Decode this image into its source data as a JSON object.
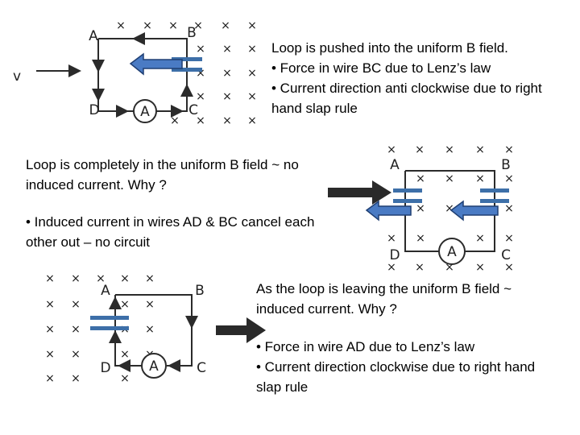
{
  "colors": {
    "wire": "#2b2b2b",
    "bar": "#3d6fa8",
    "arrow_fill": "#4a7bc4",
    "arrow_dark": "#2a2a2a"
  },
  "diagrams": {
    "d1": {
      "corner_a": "A",
      "corner_b": "B",
      "corner_c": "C",
      "corner_d": "D",
      "meter": "A",
      "velocity": "v"
    },
    "d2": {
      "corner_a": "A",
      "corner_b": "B",
      "corner_c": "C",
      "corner_d": "D",
      "meter": "A"
    },
    "d3": {
      "corner_a": "A",
      "corner_b": "B",
      "corner_c": "C",
      "corner_d": "D",
      "meter": "A"
    }
  },
  "texts": {
    "block1": "Loop is pushed into the uniform B field.\n• Force in wire BC due to Lenz’s law\n• Current direction anti clockwise due to right hand slap rule",
    "block2": "Loop is completely in the uniform B field ~ no induced current. Why ?",
    "block3": "• Induced current in wires AD & BC cancel each other out – no circuit",
    "block4": "As the loop is leaving the uniform B field ~ induced current. Why ?",
    "block5": "• Force in wire AD due to Lenz’s law\n• Current direction clockwise due to right hand slap rule"
  }
}
